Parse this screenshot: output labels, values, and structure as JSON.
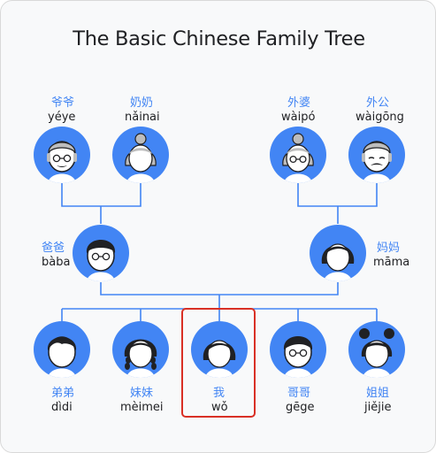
{
  "title": "The Basic Chinese Family Tree",
  "colors": {
    "accent": "#4285f4",
    "text": "#202124",
    "highlight": "#d93025",
    "line": "#4285f4"
  },
  "grandparents": [
    {
      "id": "yeye",
      "hanzi": "爷爷",
      "pinyin": "yéye",
      "icon": "grandfather-icon"
    },
    {
      "id": "nainai",
      "hanzi": "奶奶",
      "pinyin": "nǎinai",
      "icon": "grandmother-icon"
    },
    {
      "id": "waipo",
      "hanzi": "外婆",
      "pinyin": "wàipó",
      "icon": "grandmother-icon"
    },
    {
      "id": "waigong",
      "hanzi": "外公",
      "pinyin": "wàigōng",
      "icon": "grandfather-icon"
    }
  ],
  "parents": [
    {
      "id": "baba",
      "hanzi": "爸爸",
      "pinyin": "bàba",
      "icon": "father-icon"
    },
    {
      "id": "mama",
      "hanzi": "妈妈",
      "pinyin": "māma",
      "icon": "mother-icon"
    }
  ],
  "children": [
    {
      "id": "didi",
      "hanzi": "弟弟",
      "pinyin": "dìdi",
      "icon": "younger-brother-icon"
    },
    {
      "id": "meimei",
      "hanzi": "妹妹",
      "pinyin": "mèimei",
      "icon": "younger-sister-icon"
    },
    {
      "id": "wo",
      "hanzi": "我",
      "pinyin": "wǒ",
      "icon": "self-icon",
      "highlighted": true
    },
    {
      "id": "gege",
      "hanzi": "哥哥",
      "pinyin": "gēge",
      "icon": "older-brother-icon"
    },
    {
      "id": "jiejie",
      "hanzi": "姐姐",
      "pinyin": "jiějie",
      "icon": "older-sister-icon"
    }
  ]
}
